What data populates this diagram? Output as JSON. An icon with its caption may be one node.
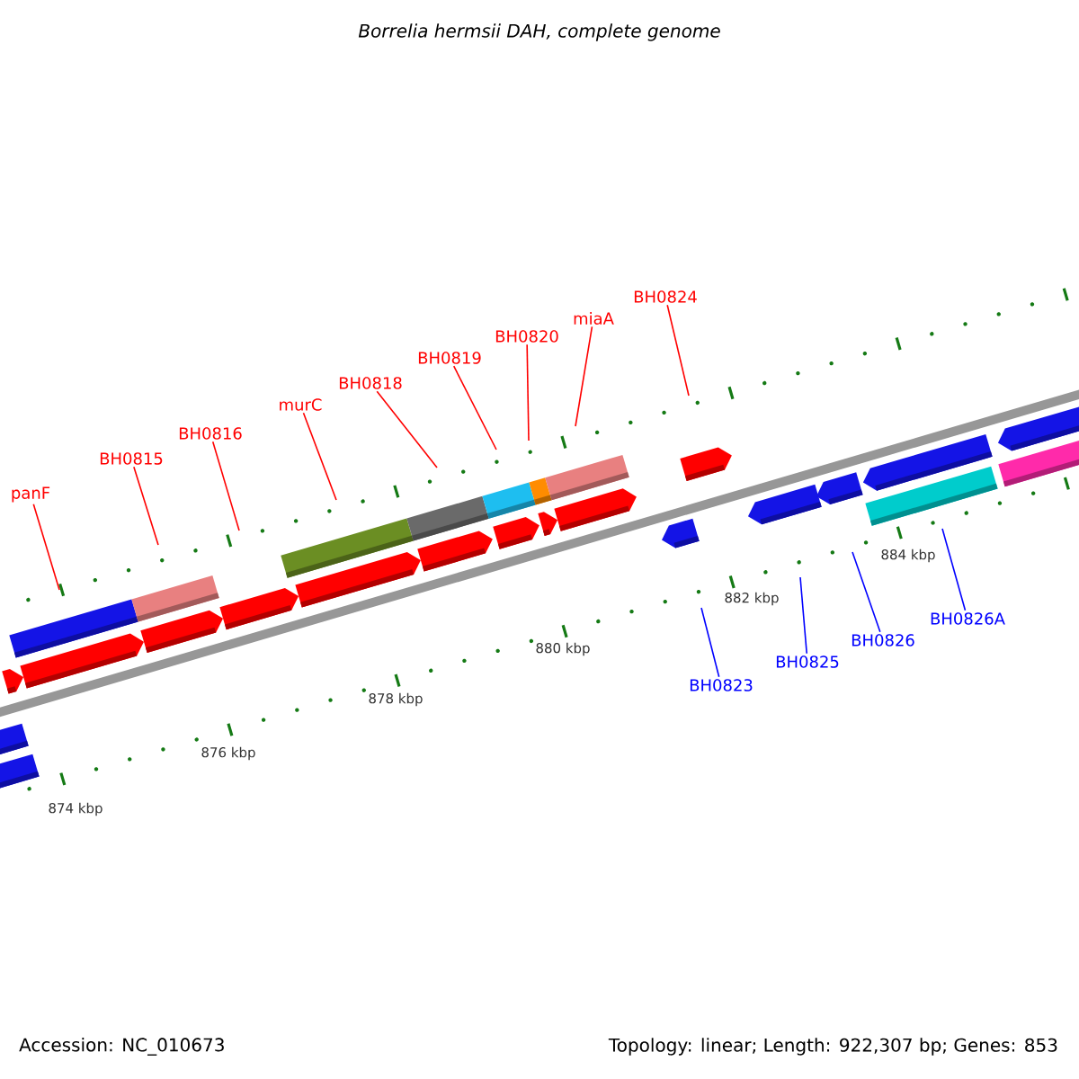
{
  "diagram": {
    "title": "Borrelia hermsii DAH, complete genome",
    "nodes": [
      {
        "text": [
          "panF"
        ]
      },
      {
        "text": [
          "BH0815"
        ]
      },
      {
        "text": [
          "BH0816"
        ]
      },
      {
        "text": [
          "murC"
        ]
      },
      {
        "text": [
          "BH0818"
        ]
      },
      {
        "text": [
          "BH0819"
        ]
      },
      {
        "text": [
          "BH0820"
        ]
      },
      {
        "text": [
          "miaA"
        ]
      },
      {
        "text": [
          "BH0824"
        ]
      },
      {
        "text": [
          "BH0823"
        ]
      },
      {
        "text": [
          "BH0825"
        ]
      },
      {
        "text": [
          "BH0826"
        ]
      },
      {
        "text": [
          "BH0826A"
        ]
      }
    ],
    "edges": [
      {
        "from": 0,
        "to": null,
        "arrow": "none"
      },
      {
        "from": 1,
        "to": null,
        "arrow": "none"
      },
      {
        "from": 2,
        "to": null,
        "arrow": "none"
      },
      {
        "from": 3,
        "to": null,
        "arrow": "none"
      },
      {
        "from": 4,
        "to": null,
        "arrow": "none"
      },
      {
        "from": 5,
        "to": null,
        "arrow": "none"
      },
      {
        "from": 6,
        "to": null,
        "arrow": "none"
      },
      {
        "from": 7,
        "to": null,
        "arrow": "none"
      },
      {
        "from": 8,
        "to": null,
        "arrow": "none"
      },
      {
        "from": 9,
        "to": null,
        "arrow": "none",
        "color": "#0000ff"
      },
      {
        "from": 10,
        "to": null,
        "arrow": "none",
        "color": "#0000ff"
      },
      {
        "from": 11,
        "to": null,
        "arrow": "none",
        "color": "#0000ff"
      },
      {
        "from": 12,
        "to": null,
        "arrow": "none",
        "color": "#0000ff"
      }
    ],
    "labels": [
      "874 kbp",
      "876 kbp",
      "878 kbp",
      "880 kbp",
      "882 kbp",
      "884 kbp",
      "Accession: NC_010673",
      "Topology: linear; Length: 922,307 bp; Genes: 853"
    ]
  }
}
